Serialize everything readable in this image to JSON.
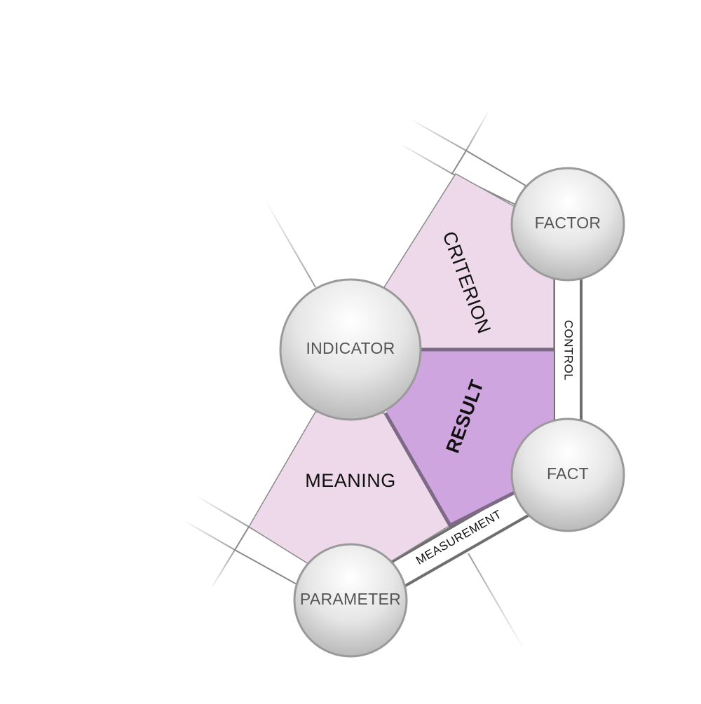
{
  "diagram": {
    "nodes": {
      "factor": "FACTOR",
      "indicator": "INDICATOR",
      "fact": "FACT",
      "parameter": "PARAMETER"
    },
    "regions": {
      "criterion": "CRITERION",
      "result": "RESULT",
      "meaning": "MEANING"
    },
    "bands": {
      "control": "CONTROL",
      "measurement": "MEASUREMENT"
    },
    "colors": {
      "region_light": "#eed9eb",
      "region_dark": "#cfa5df",
      "outline": "#6e6e6e",
      "node_fill": "#e6e6e6"
    }
  }
}
